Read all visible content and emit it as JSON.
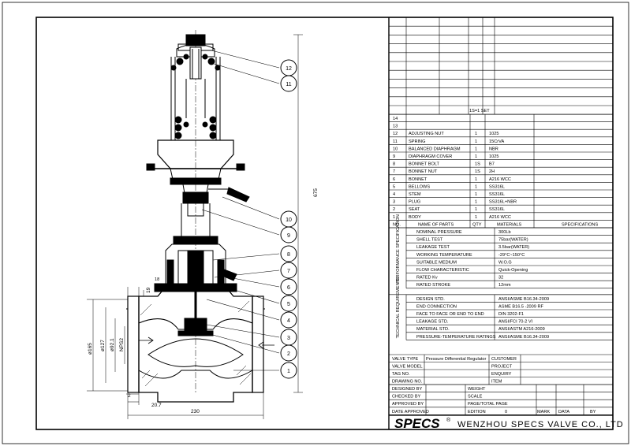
{
  "drawing": {
    "balloons": [
      "12",
      "11",
      "10",
      "9",
      "8",
      "7",
      "6",
      "5",
      "4",
      "3",
      "2",
      "1"
    ],
    "dimensions": {
      "height": "675",
      "face_to_face": "230",
      "flange_thk": "20.7",
      "gasket": "2",
      "raised": "18",
      "pcd": "ø165",
      "od": "ø127",
      "rf": "ø92.1",
      "bore": "NPS2",
      "top": "19"
    }
  },
  "revision_header": {
    "qty_note": "1S=1 SET"
  },
  "parts": {
    "rows": [
      {
        "no": "14",
        "name": "",
        "qty": "",
        "mat": "",
        "spec": ""
      },
      {
        "no": "13",
        "name": "",
        "qty": "",
        "mat": "",
        "spec": ""
      },
      {
        "no": "12",
        "name": "ADJUSTING NUT",
        "qty": "1",
        "mat": "1025",
        "spec": ""
      },
      {
        "no": "11",
        "name": "SPRING",
        "qty": "1",
        "mat": "15CrVA",
        "spec": ""
      },
      {
        "no": "10",
        "name": "BALANCED DIAPHRAGM",
        "qty": "1",
        "mat": "NBR",
        "spec": ""
      },
      {
        "no": "9",
        "name": "DIAPHRAGM COVER",
        "qty": "1",
        "mat": "1025",
        "spec": ""
      },
      {
        "no": "8",
        "name": "BONNET BOLT",
        "qty": "1S",
        "mat": "B7",
        "spec": ""
      },
      {
        "no": "7",
        "name": "BONNET NUT",
        "qty": "1S",
        "mat": "2H",
        "spec": ""
      },
      {
        "no": "6",
        "name": "BONNET",
        "qty": "1",
        "mat": "A216 WCC",
        "spec": ""
      },
      {
        "no": "5",
        "name": "BELLOWS",
        "qty": "1",
        "mat": "SS316L",
        "spec": ""
      },
      {
        "no": "4",
        "name": "STEM",
        "qty": "1",
        "mat": "SS316L",
        "spec": ""
      },
      {
        "no": "3",
        "name": "PLUG",
        "qty": "1",
        "mat": "SS316L+NBR",
        "spec": ""
      },
      {
        "no": "2",
        "name": "SEAT",
        "qty": "1",
        "mat": "SS316L",
        "spec": ""
      },
      {
        "no": "1",
        "name": "BODY",
        "qty": "1",
        "mat": "A216 WCC",
        "spec": ""
      }
    ],
    "headers": {
      "no": "NO.",
      "name": "NAME OF PARTS",
      "qty": "QTY",
      "mat": "MATERIALS",
      "spec": "SPECIFICATIONS"
    }
  },
  "performance": {
    "side_label": "PERFORMANCE SPECIFICATION",
    "rows": [
      {
        "k": "NOMINAL PRESSURE",
        "v": "300Lb"
      },
      {
        "k": "SHELL TEST",
        "v": "75bar(WATER)"
      },
      {
        "k": "LEAKAGE TEST",
        "v": "3.5bar(WATER)"
      },
      {
        "k": "WORKING TEMPERATURE",
        "v": "-29°C~150°C"
      },
      {
        "k": "SUITABLE MEDIUM",
        "v": "W.O.G"
      },
      {
        "k": "FLOW CHARACTERISTIC",
        "v": "Quick-Opening"
      },
      {
        "k": "RATED Kv",
        "v": "32"
      },
      {
        "k": "RATED STROKE",
        "v": "12mm"
      }
    ]
  },
  "technical": {
    "side_label": "TECHNICAL REQUIREMENTS",
    "rows": [
      {
        "k": "DESIGN STD.",
        "v": "ANSI/ASME B16.34-2009"
      },
      {
        "k": "END CONNECTION",
        "v": "ASME B16.5 -2009 RF"
      },
      {
        "k": "FACE TO FACE OR END TO END",
        "v": "DIN 3202-F1"
      },
      {
        "k": "LEAKAGE STD.",
        "v": "ANSI/FCI 70-2 VI"
      },
      {
        "k": "MATERIAL STD.",
        "v": "ANSI/ASTM A216-2009"
      },
      {
        "k": "PRESSURE-TEMPERATURE RATINGS",
        "v": "ANSI/ASME B16.34-2009"
      }
    ]
  },
  "info": {
    "valve_type_label": "VALVE TYPE",
    "valve_type": "Pressure Differential Regulator",
    "customer_label": "CUSTOMER",
    "valve_model_label": "VALVE MODEL",
    "project_label": "PROJECT",
    "tag_label": "TAG NO.",
    "enquiry_label": "ENQUIRY",
    "drawing_label": "DRAWING NO.",
    "item_label": "ITEM"
  },
  "signoff": {
    "designed": "DESIGNED BY",
    "weight": "WEIGHT",
    "checked": "CHECKED BY",
    "scale": "SCALE",
    "approved": "APPROVED BY",
    "page": "PAGE/TOTAL PAGE",
    "date": "DATE APPROVED",
    "edition": "EDITION",
    "edition_val": "0",
    "mark": "MARK",
    "data": "DATA",
    "by": "BY"
  },
  "company": {
    "logo": "SPECS",
    "reg": "®",
    "name": "WENZHOU SPECS VALVE CO., LTD"
  }
}
